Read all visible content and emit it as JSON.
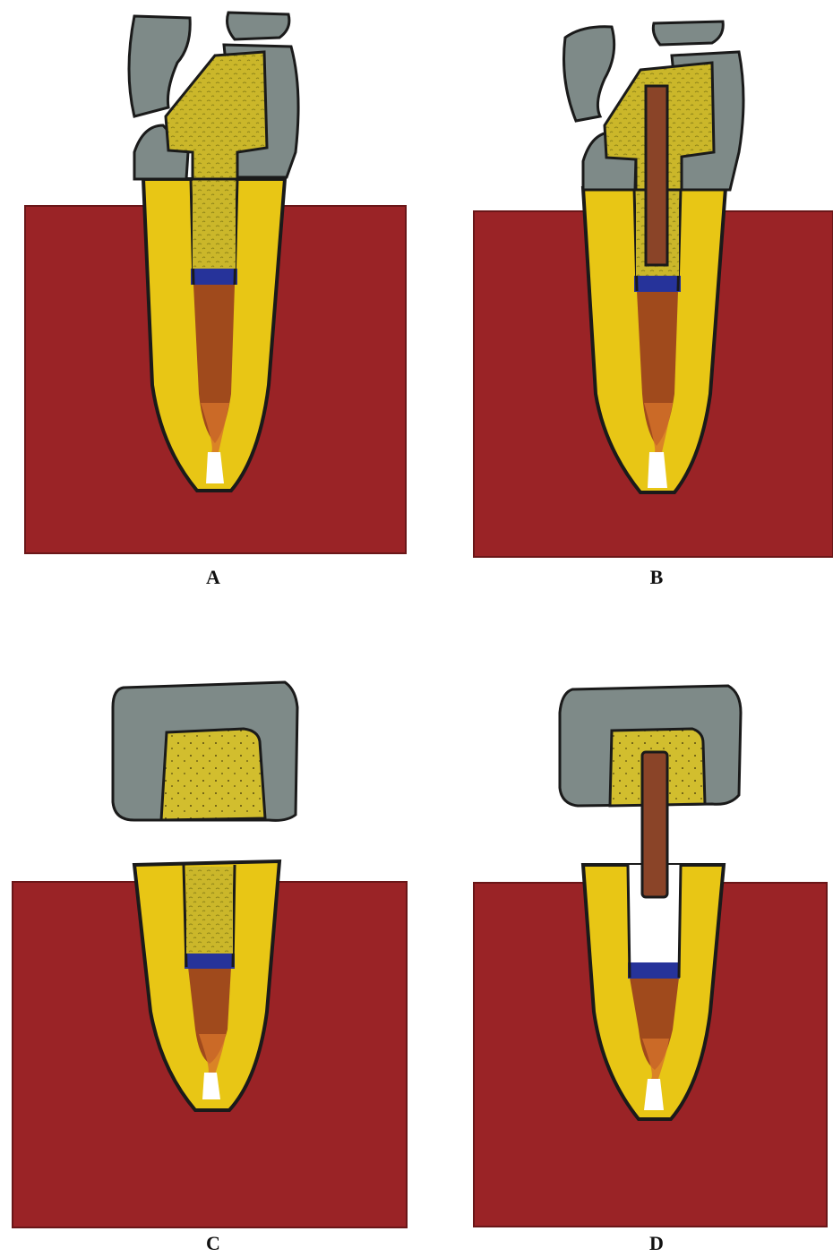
{
  "figure": {
    "panels": [
      {
        "id": "A",
        "label": "A",
        "variant": "fractured-core"
      },
      {
        "id": "B",
        "label": "B",
        "variant": "fractured-post-core"
      },
      {
        "id": "C",
        "label": "C",
        "variant": "debonded-core"
      },
      {
        "id": "D",
        "label": "D",
        "variant": "debonded-post-core"
      }
    ]
  },
  "colors": {
    "bone": "#9a2326",
    "bone_dark": "#7e1a1d",
    "dentin": "#e8c615",
    "dentin_light": "#f0d63a",
    "core": "#c8b62a",
    "crown": "#7e8a88",
    "gutta_percha": "#a04a1c",
    "gutta_tip": "#d6722a",
    "seal": "#26339a",
    "post": "#8a4428",
    "outline": "#1a1a1a"
  }
}
